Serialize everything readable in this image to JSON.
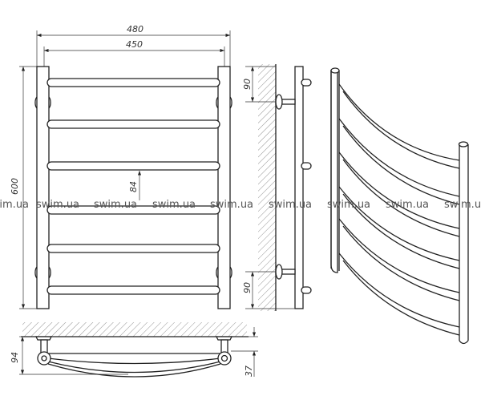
{
  "title": "Towel warmer dimension drawing",
  "dimensions": {
    "overall_width": "480",
    "center_width": "450",
    "height": "600",
    "bar_spacing": "84",
    "top_offset": "90",
    "bottom_offset": "90",
    "depth": "94",
    "wall_to_axis": "37"
  },
  "watermark": "swim.ua",
  "colors": {
    "line": "#222222",
    "background": "#ffffff"
  }
}
